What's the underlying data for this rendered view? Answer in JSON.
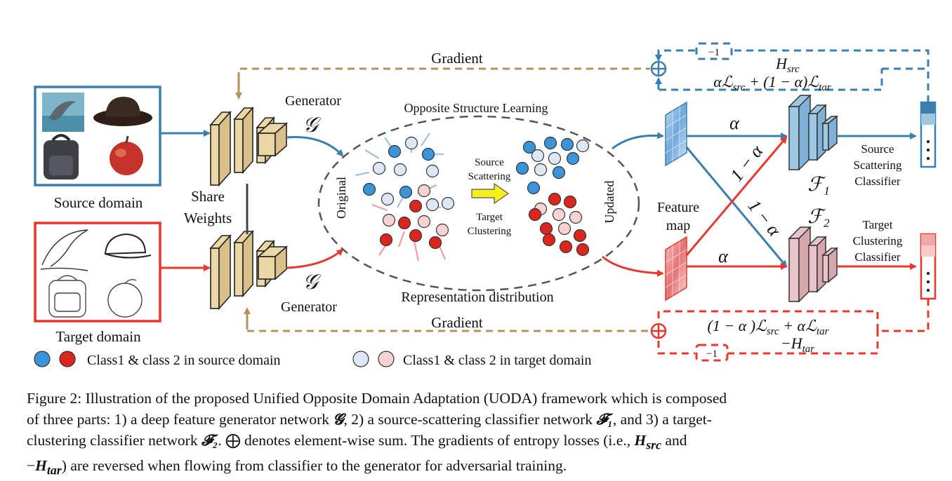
{
  "labels": {
    "gradient_top": "Gradient",
    "gradient_bottom": "Gradient",
    "generator_top": "Generator",
    "generator_bottom": "Generator",
    "G_symbol": "𝒢",
    "share_weights_1": "Share",
    "share_weights_2": "Weights",
    "source_domain": "Source domain",
    "target_domain": "Target domain",
    "osl_title": "Opposite Structure Learning",
    "original": "Original",
    "updated": "Updated",
    "source_scattering_1": "Source",
    "source_scattering_2": "Scattering",
    "target_clustering_1": "Target",
    "target_clustering_2": "Clustering",
    "representation": "Representation distribution",
    "feature_map_1": "Feature",
    "feature_map_2": "map",
    "alpha": "α",
    "one_minus_alpha": "1 − α",
    "F1": "ℱ₁",
    "F2": "ℱ₂",
    "src_cls_1": "Source",
    "src_cls_2": "Scattering",
    "src_cls_3": "Classifier",
    "tar_cls_1": "Target",
    "tar_cls_2": "Clustering",
    "tar_cls_3": "Classifier",
    "H_src": "H",
    "H_src_sub": "src",
    "loss_top": "αℒ",
    "loss_top_sub1": "src",
    "loss_top_mid": " + (1 − α)ℒ",
    "loss_top_sub2": "tar",
    "loss_bottom": "(1 − α )ℒ",
    "loss_bottom_sub1": "src",
    "loss_bottom_mid": " + αℒ",
    "loss_bottom_sub2": "tar",
    "H_tar": "−H",
    "H_tar_sub": "tar",
    "minus_one": "−1",
    "oplus": "⊕"
  },
  "legend": {
    "source_classes": "Class1 & class 2 in source domain",
    "target_classes": "Class1 & class 2 in target domain"
  },
  "caption": {
    "line1": "Figure 2: Illustration of the proposed Unified Opposite Domain Adaptation (UODA) framework which is composed",
    "line2a": "of three parts: 1) a deep feature generator network ",
    "line2b": "𝓖",
    "line2c": ", 2) a source-scattering classifier network ",
    "line2d": "𝓕₁",
    "line2e": ", and 3) a target-",
    "line3a": "clustering classifier network ",
    "line3b": "𝓕₂",
    "line3c": ".  ⨁ denotes element-wise sum.  The gradients of entropy losses (i.e., ",
    "line3d": "H",
    "line3e": "src",
    "line3f": " and",
    "line4a": "−",
    "line4b": "H",
    "line4c": "tar",
    "line4d": ") are reversed when flowing from classifier to the generator for adversarial training."
  },
  "colors": {
    "source_blue": "#3a7fad",
    "target_red": "#e8372c",
    "gradient_tan": "#b8905e",
    "dot_blue": "#3b93d8",
    "dot_red": "#d9261f",
    "dot_light_blue": "#dce9f5",
    "dot_light_red": "#f6d2d2",
    "block_tan": "#ebd6a6",
    "f1_blue": "#9cc8e4",
    "f2_pink": "#e8c4c8"
  }
}
